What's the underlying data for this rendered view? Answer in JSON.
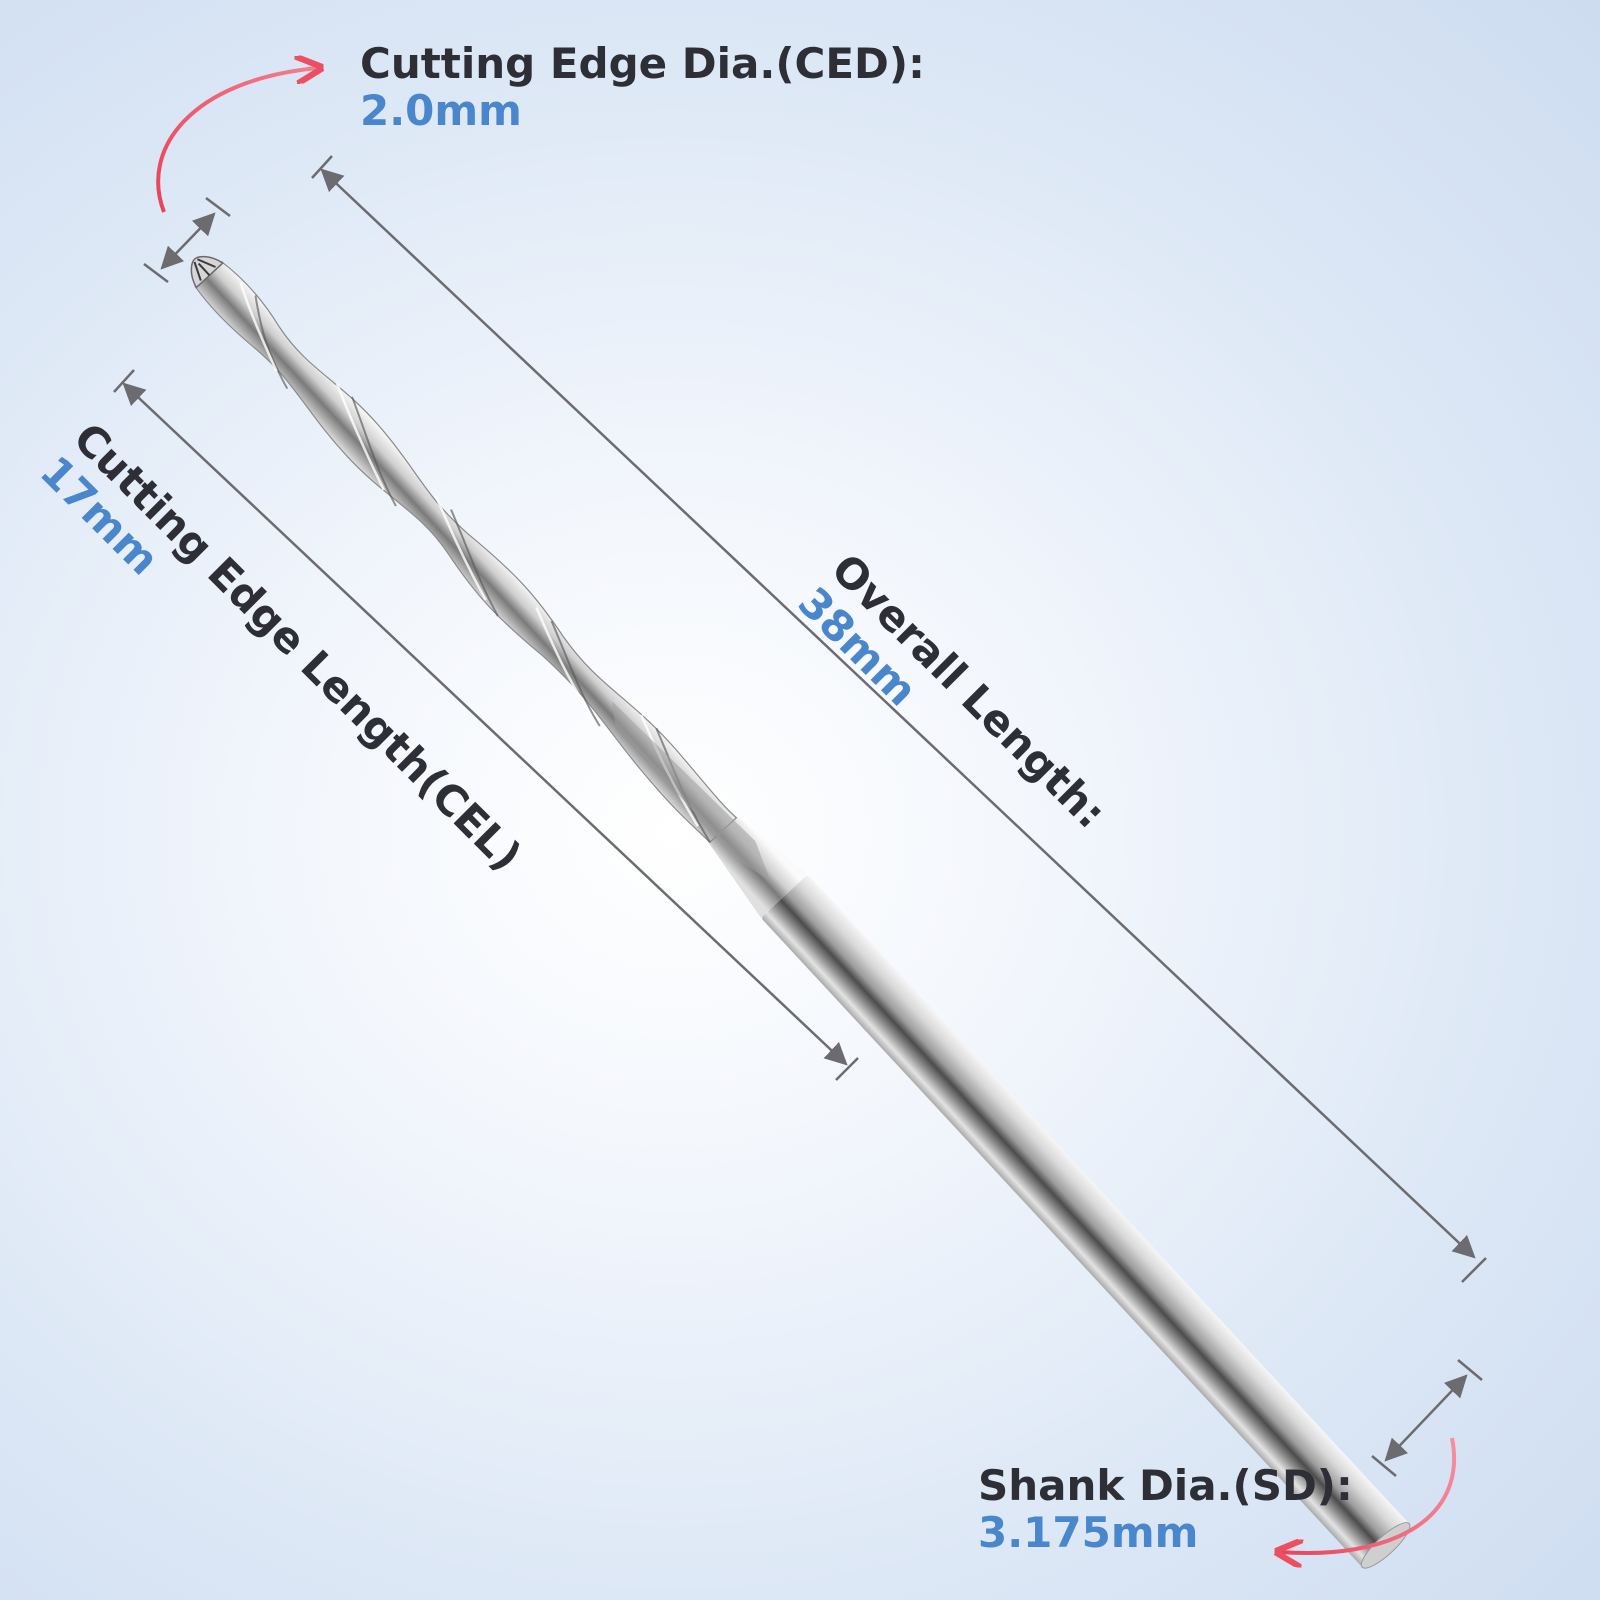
{
  "colors": {
    "label_text": "#2e2e36",
    "value_text": "#4a86cc",
    "dimension_line": "#6b6b70",
    "curved_arrow": "#ec4f62",
    "tool_light": "#f1f1f1",
    "tool_mid": "#bdbdbd",
    "tool_dark": "#5a5a5a"
  },
  "annotations": {
    "ced": {
      "label": "Cutting Edge Dia.(CED):",
      "value": "2.0mm"
    },
    "cel": {
      "label": "Cutting Edge Length(CEL)",
      "value": "17mm"
    },
    "overall": {
      "label": "Overall Length:",
      "value": "38mm"
    },
    "sd": {
      "label": "Shank Dia.(SD):",
      "value": "3.175mm"
    }
  },
  "icons": {
    "ced_arrow": "curved-arrow-icon",
    "sd_arrow": "curved-arrow-icon",
    "dimension": "double-arrow-icon"
  }
}
